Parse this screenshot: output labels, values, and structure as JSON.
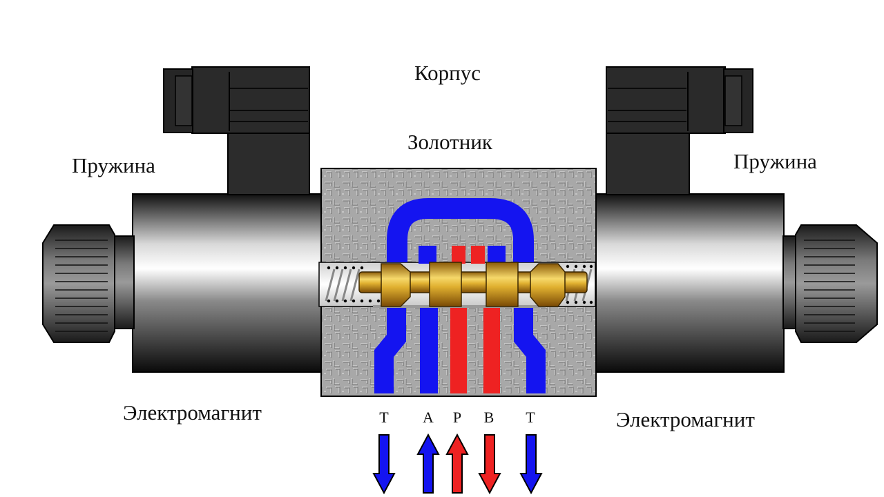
{
  "labels": {
    "housing": "Корпус",
    "spool": "Золотник",
    "spring_left": "Пружина",
    "spring_right": "Пружина",
    "solenoid_left": "Электромагнит",
    "solenoid_right": "Электромагнит"
  },
  "ports": {
    "t_left": "T",
    "a": "A",
    "p": "P",
    "b": "B",
    "t_right": "T"
  },
  "colors": {
    "return_line": "#1414f0",
    "pressure_line": "#ee2222",
    "spool": "#d4a020",
    "housing": "#a9a9a9",
    "solenoid": "#2e2e2e"
  },
  "flow": {
    "t_left": "down",
    "a": "up",
    "p": "up",
    "b": "down",
    "t_right": "down"
  }
}
